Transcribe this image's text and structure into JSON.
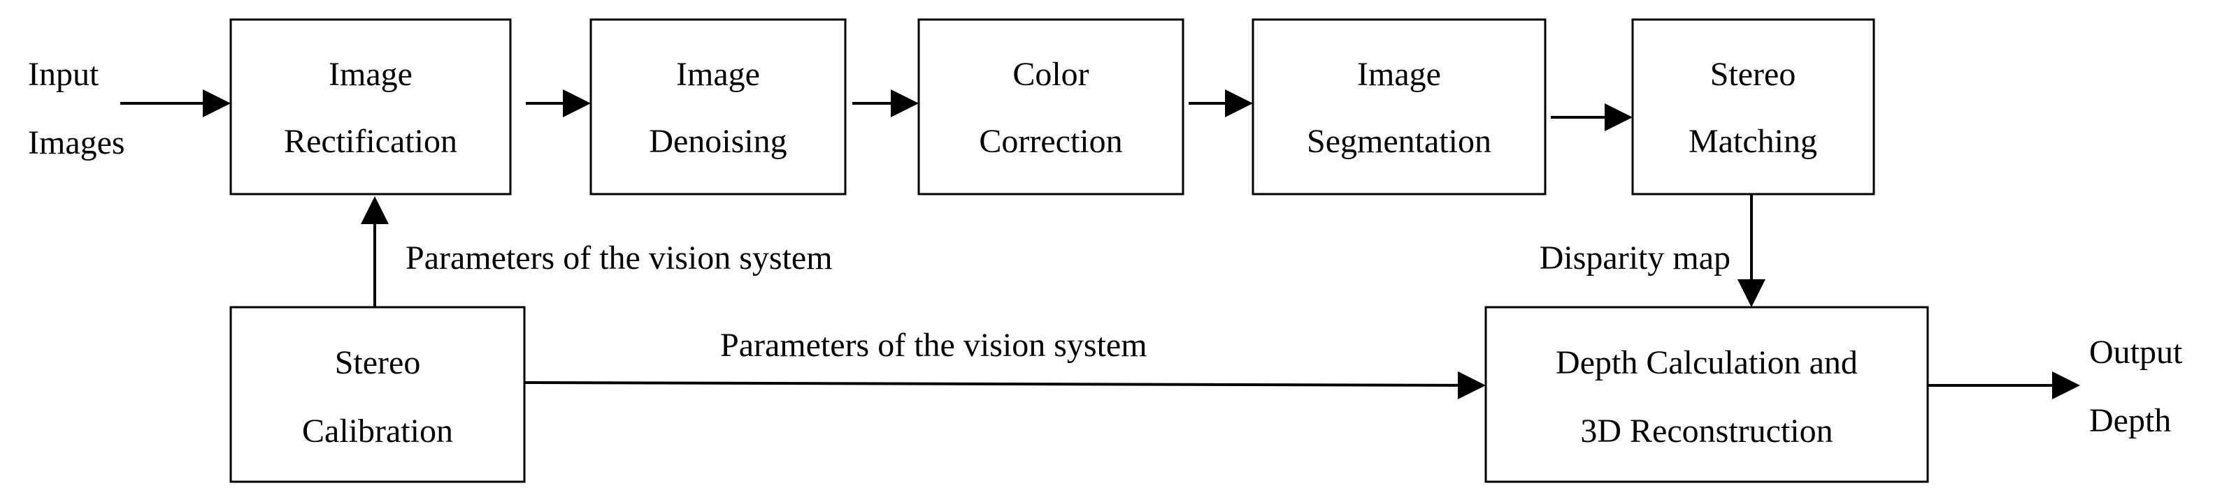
{
  "nodes": {
    "rectification": {
      "line1": "Image",
      "line2": "Rectification"
    },
    "denoising": {
      "line1": "Image",
      "line2": "Denoising"
    },
    "color_correction": {
      "line1": "Color",
      "line2": "Correction"
    },
    "segmentation": {
      "line1": "Image",
      "line2": "Segmentation"
    },
    "stereo_matching": {
      "line1": "Stereo",
      "line2": "Matching"
    },
    "stereo_calibration": {
      "line1": "Stereo",
      "line2": "Calibration"
    },
    "depth_calc": {
      "line1": "Depth Calculation and",
      "line2": "3D Reconstruction"
    }
  },
  "io": {
    "input": {
      "line1": "Input",
      "line2": "Images"
    },
    "output": {
      "line1": "Output",
      "line2": "Depth"
    }
  },
  "edge_labels": {
    "params_top": "Parameters of the vision system",
    "params_bottom": "Parameters of the vision system",
    "disparity": "Disparity map"
  }
}
